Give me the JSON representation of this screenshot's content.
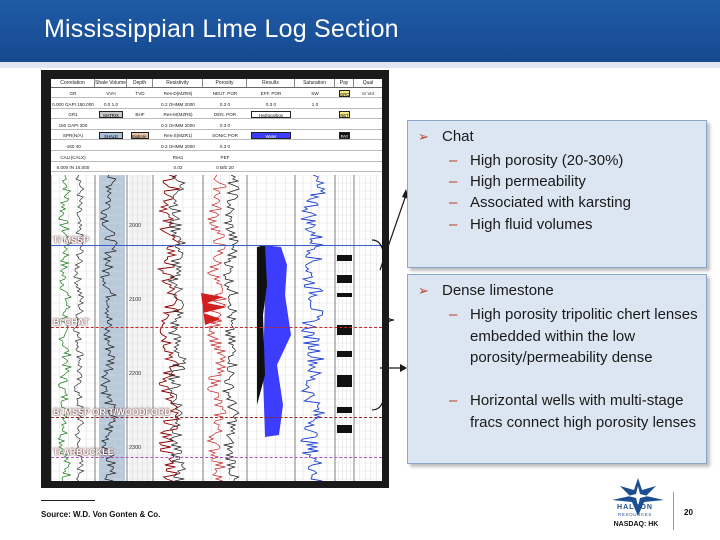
{
  "title": "Mississippian Lime Log Section",
  "log": {
    "columns": [
      "Correlation",
      "Shale Volume",
      "Depth",
      "Resistivity",
      "Porosity",
      "Results",
      "Saturation",
      "Pay",
      "Qual"
    ],
    "header_rows": [
      {
        "cells": [
          "GR",
          "VVH",
          "TVD",
          "Res-D(MZR9)",
          "NEUT. POR",
          "EFF. POR",
          "SW",
          "GROSS",
          "In Vol"
        ]
      },
      {
        "cells": [
          "0.000  GAPI 150.000",
          "0.0     1.0",
          "",
          "0.2   OHMM  2000",
          "0.3              0",
          "0.3                0",
          "1                 0",
          "",
          ""
        ]
      },
      {
        "cells": [
          "GR1",
          "MATRIX",
          "BHF",
          "Res-M(MZR5)",
          "DEN. POR",
          "Hydrocarbon",
          "",
          "NET",
          ""
        ]
      },
      {
        "cells": [
          "150  GAPI 300",
          "",
          "",
          "0.2   OHMM  2000",
          "0.3              0",
          "",
          "",
          "",
          ""
        ]
      },
      {
        "cells": [
          "SPR(N/A)",
          "SHALE",
          "Bigbore Hole",
          "Res-S(MZR1)",
          "SONIC POR",
          "Water",
          "",
          "PAY",
          ""
        ]
      },
      {
        "cells": [
          "-160              40",
          "",
          "",
          "0.2   OHMM  2000",
          "0.3              0",
          "",
          "",
          "",
          ""
        ]
      },
      {
        "cells": [
          "CALI(CALX)",
          "",
          "",
          "Res1",
          "PEF",
          "",
          "",
          "",
          ""
        ]
      },
      {
        "cells": [
          "6.000   IN   16.000",
          "",
          "",
          "0.02",
          "0      B/E     20",
          "",
          "",
          "",
          ""
        ]
      }
    ],
    "depths": [
      "2000",
      "2100",
      "2200",
      "2300"
    ],
    "markers": [
      {
        "label": "T/ MSSP",
        "color": "#3b5fc9",
        "style": "solid"
      },
      {
        "label": "B/ CHAT",
        "color": "#c62828",
        "style": "dashed"
      },
      {
        "label": "B/ MSSP OR T/WOODFORD",
        "color": "#8e2424",
        "style": "dashed"
      },
      {
        "label": "T/ ARBUCKLE",
        "color": "#b04fc2",
        "style": "dashed"
      }
    ]
  },
  "callouts": [
    {
      "heading": "Chat",
      "bullets": [
        "High porosity (20-30%)",
        "High permeability",
        "Associated with karsting",
        "High fluid volumes"
      ]
    },
    {
      "heading": "Dense limestone",
      "bullets": [
        "High porosity tripolitic chert lenses embedded within the low porosity/permeability dense",
        "Horizontal wells with multi-stage fracs connect high porosity lenses"
      ]
    }
  ],
  "footer": {
    "source": "Source: W.D. Von Gonten & Co.",
    "logo_name": "HALCÓN",
    "logo_sub": "RESOURCES",
    "ticker": "NASDAQ: HK",
    "page_number": "20"
  },
  "colors": {
    "title_bar": "#1f5aa6",
    "callout_fill": "#dce6f2",
    "bullet_accent": "#c0392b",
    "hydrocarbon_fill": "#3d3dff"
  }
}
